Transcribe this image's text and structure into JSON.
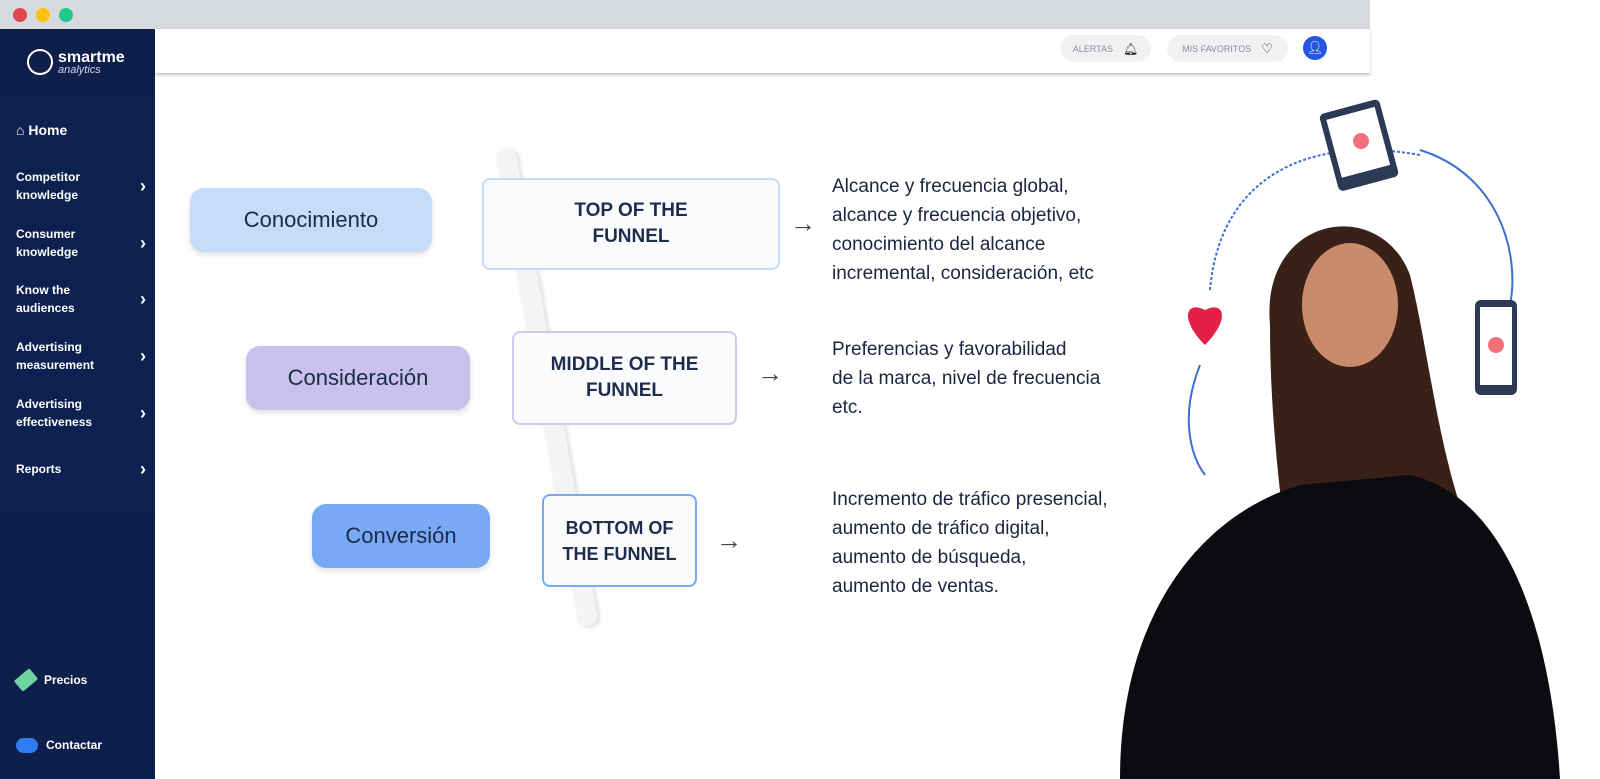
{
  "window": {
    "controls": [
      "close",
      "minimize",
      "maximize"
    ]
  },
  "brand": {
    "name": "smartme",
    "sub": "analytics"
  },
  "sidebar": {
    "home": "Home",
    "items": [
      {
        "label": "Competitor\nknowledge"
      },
      {
        "label": "Consumer\nknowledge"
      },
      {
        "label": "Know the\naudiences"
      },
      {
        "label": "Advertising\nmeasurement"
      },
      {
        "label": "Advertising\neffectiveness"
      },
      {
        "label": "Reports"
      }
    ],
    "prices": "Precios",
    "contact": "Contactar"
  },
  "header": {
    "alerts": "ALERTAS",
    "favorites": "MIS FAVORITOS"
  },
  "funnel": [
    {
      "stage": "Conocimiento",
      "level": "TOP OF THE FUNNEL",
      "description": "Alcance y frecuencia global,\nalcance y frecuencia objetivo,\nconocimiento del alcance\nincremental, consideración, etc",
      "color": "#c6dcfb"
    },
    {
      "stage": "Consideración",
      "level": "MIDDLE OF THE FUNNEL",
      "description": "Preferencias y favorabilidad\nde la marca, nivel de frecuencia\netc.",
      "color": "#c9c0ec"
    },
    {
      "stage": "Conversión",
      "level": "BOTTOM OF THE FUNNEL",
      "description": "Incremento de tráfico presencial,\naumento de tráfico digital,\naumento de búsqueda,\naumento de ventas.",
      "color": "#79a8f5"
    }
  ]
}
